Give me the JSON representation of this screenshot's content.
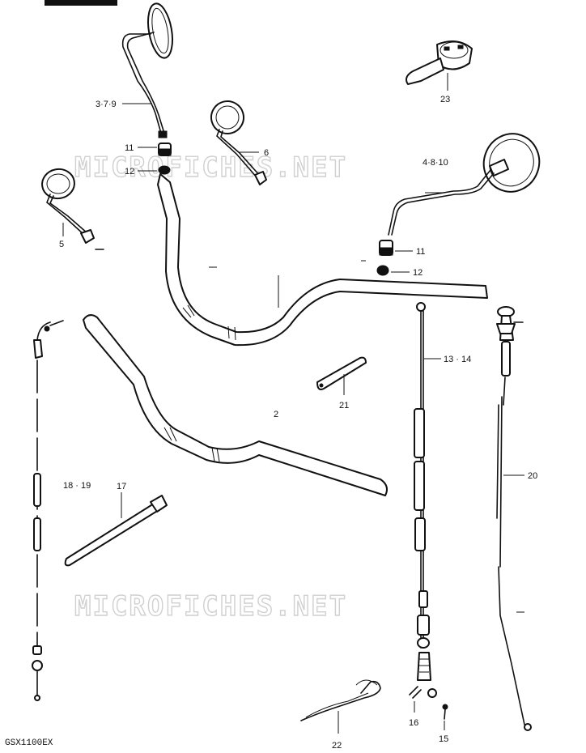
{
  "labels": {
    "l_3_7_9": "3·7·9",
    "l_11_top": "11",
    "l_12_top": "12",
    "l_6": "6",
    "l_5": "5",
    "l_4_8_10": "4·8·10",
    "l_11_right": "11",
    "l_12_right": "12",
    "l_23": "23",
    "l_13_14": "13 · 14",
    "l_21": "21",
    "l_2": "2",
    "l_18_19": "18 · 19",
    "l_17": "17",
    "l_20": "20",
    "l_16": "16",
    "l_15": "15",
    "l_22": "22"
  },
  "watermark": {
    "text_top": "MICROFICHES.NET",
    "text_bottom": "MICROFICHES.NET"
  },
  "footer": {
    "model_code": "GSX1100EX"
  }
}
